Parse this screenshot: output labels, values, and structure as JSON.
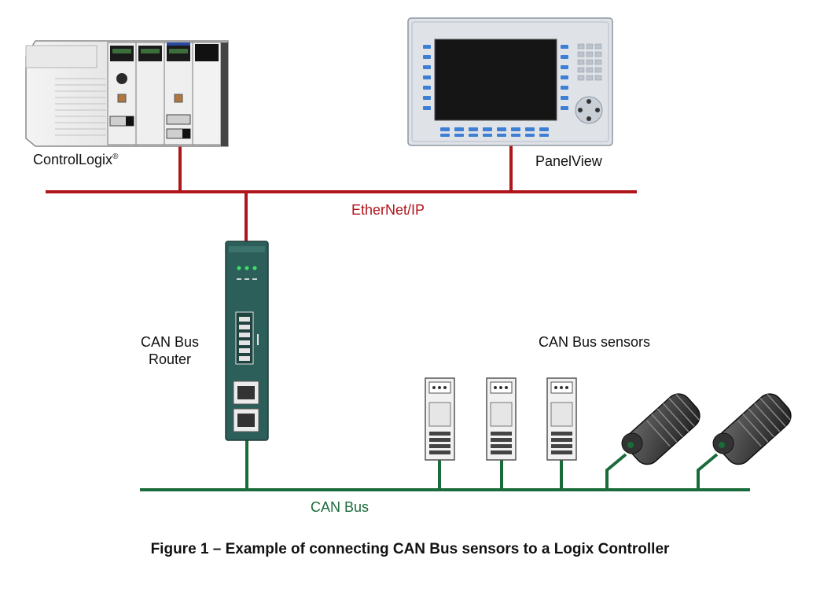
{
  "colors": {
    "ethernet": "#b0151b",
    "canbus": "#1a6b3a",
    "router_body": "#2d5f5a",
    "panel_bezel": "#dfe3e8",
    "screen": "#151515",
    "key_blue": "#3e7fd6"
  },
  "labels": {
    "controllogix": "ControlLogix",
    "controllogix_mark": "®",
    "panelview": "PanelView",
    "ethernet": "EtherNet/IP",
    "router_line1": "CAN Bus",
    "router_line2": "Router",
    "sensors": "CAN Bus sensors",
    "canbus": "CAN Bus"
  },
  "caption": "Figure 1 – Example of connecting CAN Bus sensors to a Logix Controller"
}
